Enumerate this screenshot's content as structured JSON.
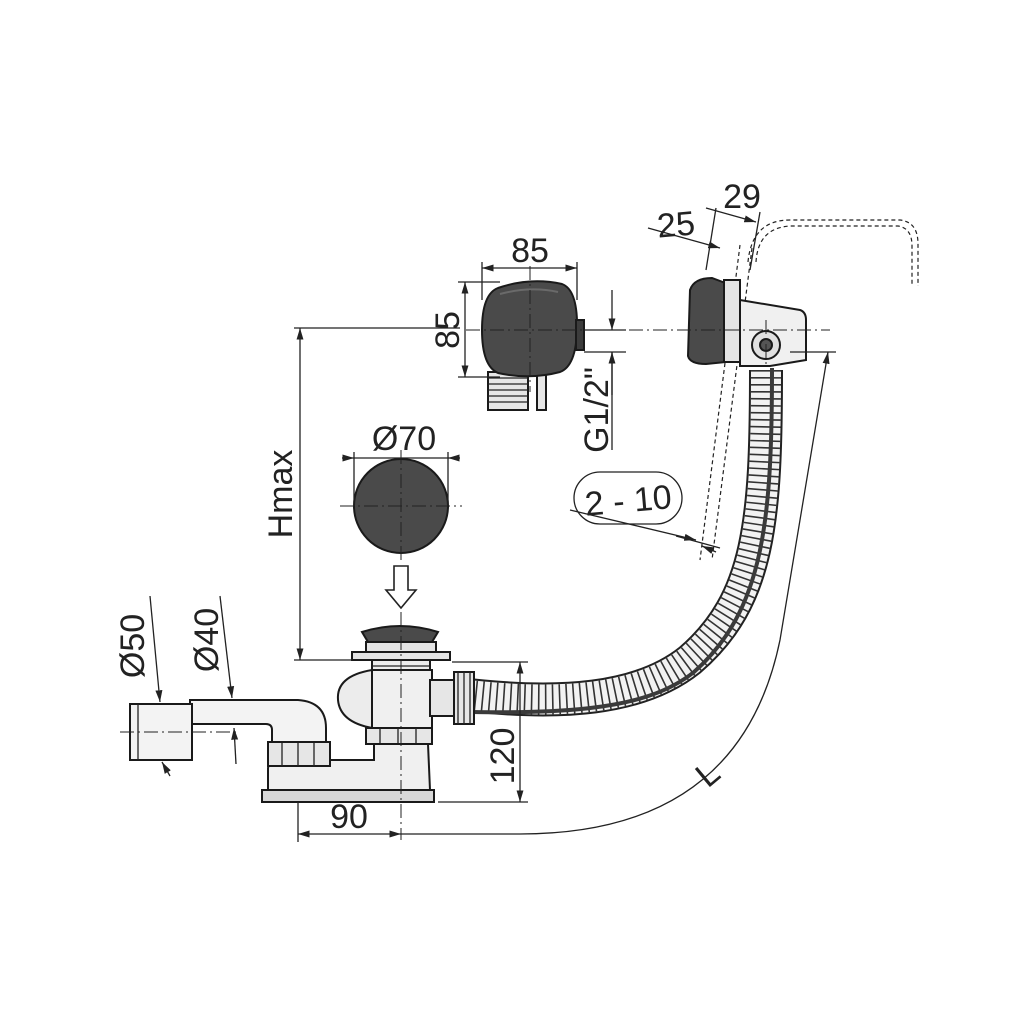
{
  "colors": {
    "line": "#222222",
    "part_dark": "#4a4a4a",
    "part_light": "#ececec",
    "background": "#ffffff"
  },
  "dimensions": {
    "overflow_width": "85",
    "overflow_height": "85",
    "overflow_depth_a": "25",
    "overflow_depth_b": "29",
    "thread": "G1/2\"",
    "plug_diameter": "Ø70",
    "hmax": "Hmax",
    "wall_thickness": "2 - 10",
    "outlet_diameter_outer": "Ø50",
    "outlet_diameter_inner": "Ø40",
    "trap_height": "120",
    "drain_offset": "90",
    "cable_length": "L"
  }
}
